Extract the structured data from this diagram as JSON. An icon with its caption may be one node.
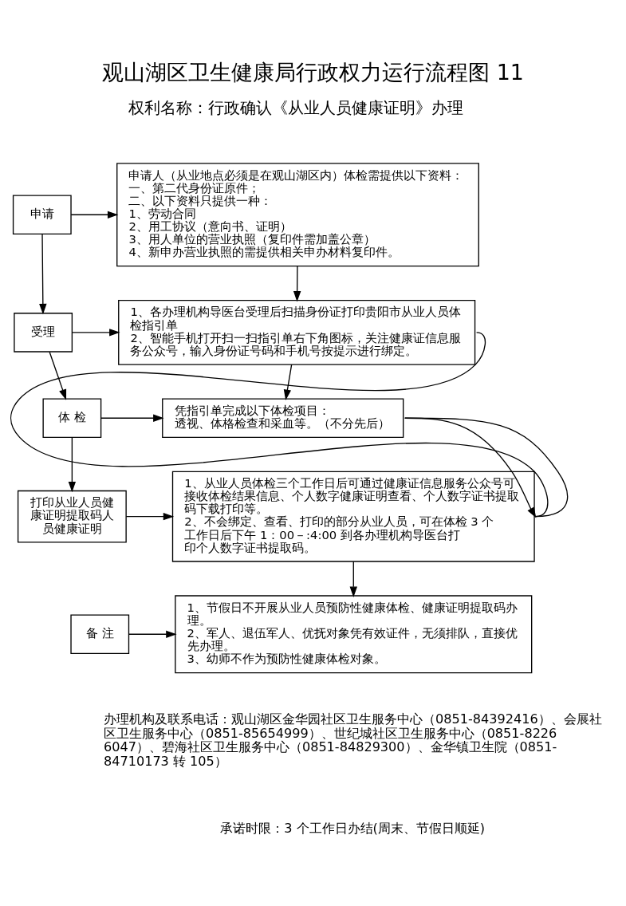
{
  "diagram": {
    "title": "观山湖区卫生健康局行政权力运行流程图 11",
    "nodes": [
      {
        "text": [
          "申请"
        ]
      },
      {
        "text": [
          "申请人（从业地点必须是在观山湖区内）体检需提供以下资料：",
          "一、第二代身份证原件；",
          "二、以下资料只提供一种：",
          "1、劳动合同",
          "2、用工协议（意向书、证明）",
          "3、用人单位的营业执照（复印件需加盖公章）",
          "4、新申办营业执照的需提供相关申办材料复印件。"
        ]
      },
      {
        "text": [
          "受理"
        ]
      },
      {
        "text": [
          "1、各办理机构导医台受理后扫描身份证打印贵阳市从业人员体检指引单",
          "2、智能手机打开扫一扫指引单右下角图标，关注健康证信息服务公众号，输入身份证号码和手机号按提示进行绑定。"
        ]
      },
      {
        "text": [
          "体 检"
        ]
      },
      {
        "text": [
          "凭指引单完成以下体检项目：",
          "透视、体格检查和采血等。（不分先后）"
        ]
      },
      {
        "text": [
          "打印从业人员健康证明提取码人员健康证明"
        ]
      },
      {
        "text": [
          "1、从业人员体检三个工作日后可通过健康证信息服务公众号可接收体检结果信息、个人数字健康证明查看、个人数字证书提取码下载打印等。",
          "2、不会绑定、查看、打印的部分从业人员，可在体检 3 个工作日后下午 1：00－:4:00 到各办理机构导医台打印个人数字证书提取码。"
        ]
      },
      {
        "text": [
          "备 注"
        ]
      },
      {
        "text": [
          "1、节假日不开展从业人员预防性健康体检、健康证明提取码办理。",
          "2、军人、退伍军人、优抚对象凭有效证件，无须排队，直接优先办理。",
          "3、幼师不作为预防性健康体检对象。"
        ]
      }
    ],
    "edges": [
      {
        "from": 0,
        "to": 1,
        "arrow": "to"
      },
      {
        "from": 0,
        "to": 2,
        "arrow": "to"
      },
      {
        "from": 1,
        "to": 3,
        "arrow": "to"
      },
      {
        "from": 2,
        "to": 3,
        "arrow": "to"
      },
      {
        "from": 2,
        "to": 4,
        "arrow": "to"
      },
      {
        "from": 3,
        "to": 5,
        "arrow": "to"
      },
      {
        "from": 4,
        "to": 5,
        "arrow": "to"
      },
      {
        "from": 4,
        "to": 6,
        "arrow": "to"
      },
      {
        "from": 5,
        "to": 7,
        "arrow": "to"
      },
      {
        "from": 6,
        "to": 7,
        "arrow": "to"
      },
      {
        "from": 3,
        "to": 7,
        "arrow": "none"
      },
      {
        "from": 5,
        "to": 7,
        "arrow": "none"
      },
      {
        "from": 7,
        "to": 9,
        "arrow": "to"
      },
      {
        "from": 8,
        "to": 9,
        "arrow": "to"
      }
    ],
    "labels": [
      "权利名称：行政确认《从业人员健康证明》办理",
      "办理机构及联系电话：观山湖区金华园社区卫生服务中心（0851-84392416）、会展社区卫生服务中心（0851-85654999）、世纪城社区卫生服务中心（0851-82266047）、碧海社区卫生服务中心（0851-84829300）、金华镇卫生院（0851-84710173 转 105）",
      "承诺时限：3 个工作日办结(周末、节假日顺延)"
    ]
  }
}
